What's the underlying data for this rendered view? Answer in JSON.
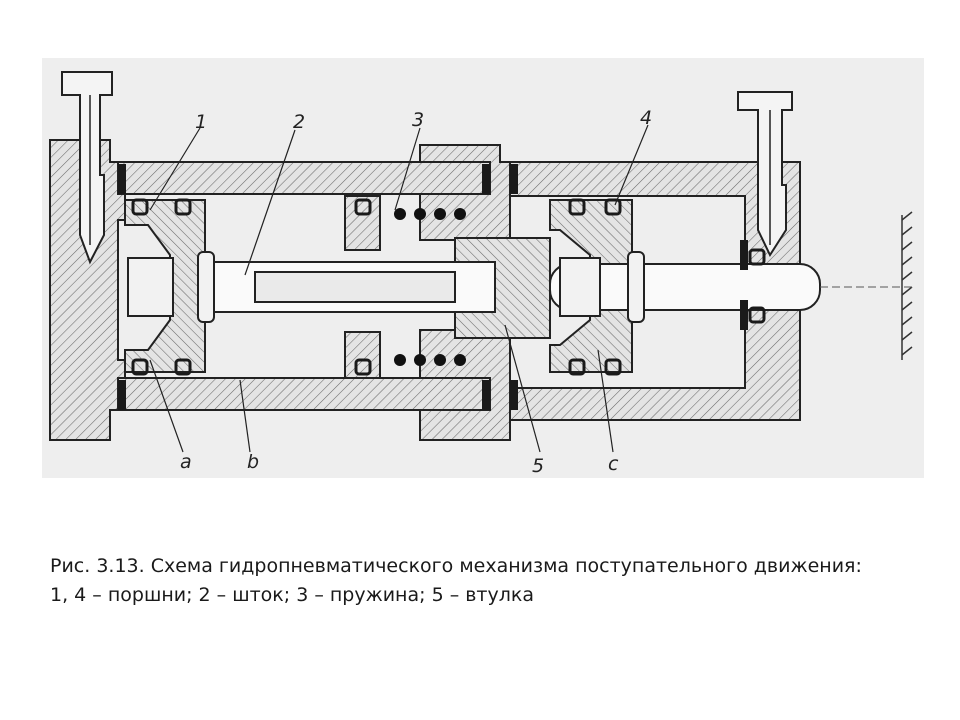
{
  "figure": {
    "labels": {
      "n1": "1",
      "n2": "2",
      "n3": "3",
      "n4": "4",
      "n5": "5",
      "a": "a",
      "b": "b",
      "c": "c"
    }
  },
  "caption": {
    "line1": "Рис. 3.13. Схема гидропневматического механизма поступательного движения:",
    "line2": "1, 4 – поршни; 2 – шток; 3 – пружина; 5 – втулка"
  }
}
